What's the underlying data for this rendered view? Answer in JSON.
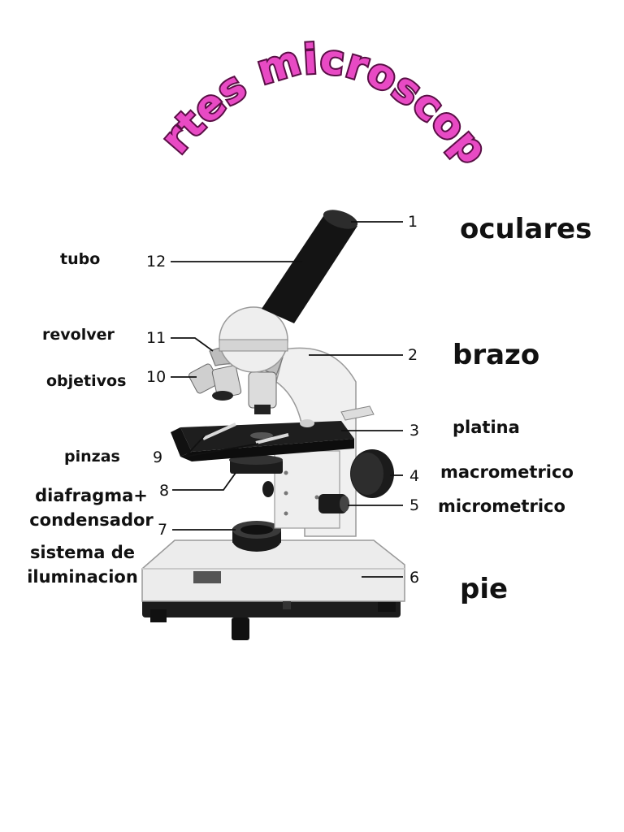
{
  "title": {
    "word1": "partes",
    "word2": "microscopio"
  },
  "colors": {
    "title_fill": "#e84ac4",
    "title_stroke": "#5a0f46",
    "ink": "#111111",
    "metal": "#2a2a2a",
    "white_body": "#f2f2f2"
  },
  "callouts": [
    {
      "num": "1",
      "label": "oculares"
    },
    {
      "num": "2",
      "label": "brazo"
    },
    {
      "num": "3",
      "label": "platina"
    },
    {
      "num": "4",
      "label": "macrometrico"
    },
    {
      "num": "5",
      "label": "micrometrico"
    },
    {
      "num": "6",
      "label": "pie"
    },
    {
      "num": "7",
      "label": "sistema de iluminacion"
    },
    {
      "num": "8",
      "label": "diafragma+ condensador"
    },
    {
      "num": "9",
      "label": "pinzas"
    },
    {
      "num": "10",
      "label": "objetivos"
    },
    {
      "num": "11",
      "label": "revolver"
    },
    {
      "num": "12",
      "label": "tubo"
    }
  ]
}
